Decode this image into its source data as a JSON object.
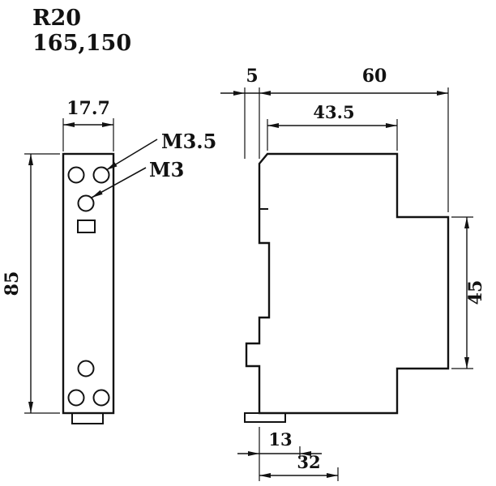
{
  "title": {
    "model": "R20",
    "type_code": "165,150"
  },
  "front_view": {
    "dims": {
      "width": "17.7",
      "height": "85"
    },
    "labels": {
      "terminal_screw_top": "M3.5",
      "terminal_screw_mid": "M3"
    }
  },
  "side_view": {
    "dims": {
      "rail_offset": "5",
      "total_depth": "60",
      "body_depth": "43.5",
      "front_height": "45",
      "foot_depth": "13",
      "base_depth": "32"
    }
  },
  "colors": {
    "line": "#121212",
    "background": "#ffffff"
  }
}
